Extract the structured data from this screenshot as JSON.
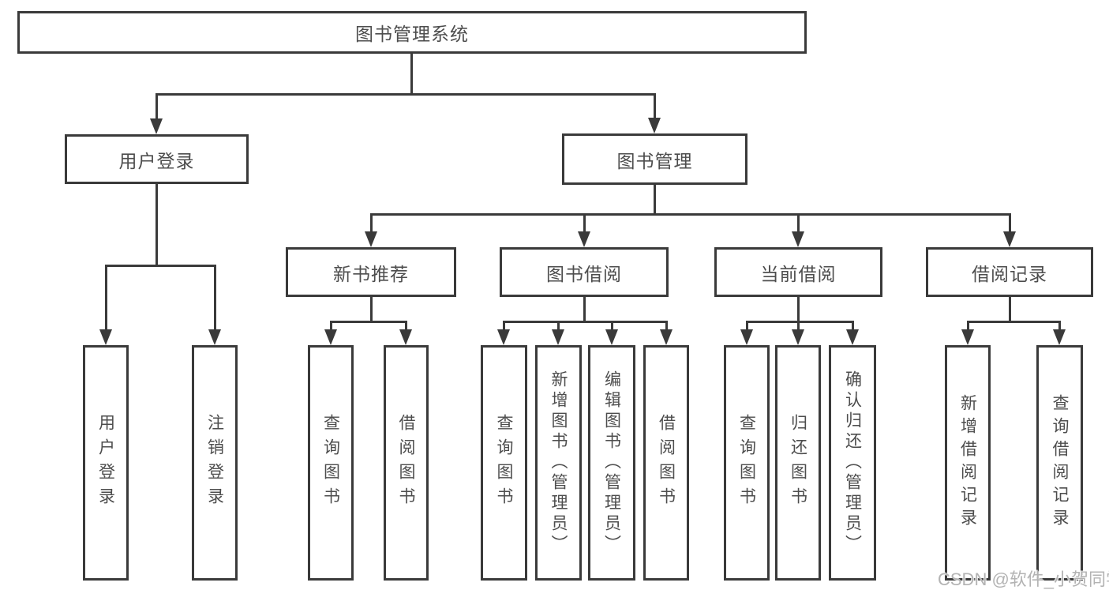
{
  "colors": {
    "line": "#3a3a3a",
    "box_border": "#3a3a3a",
    "box_fill": "#ffffff",
    "text": "#4d4d4d",
    "watermark": "#b3b3b3"
  },
  "tree": {
    "root": {
      "label": "图书管理系统"
    },
    "branches": [
      {
        "label": "用户登录",
        "children": [
          {
            "label": "用户登录"
          },
          {
            "label": "注销登录"
          }
        ]
      },
      {
        "label": "图书管理",
        "children": [
          {
            "label": "新书推荐",
            "children": [
              {
                "label": "查询图书"
              },
              {
                "label": "借阅图书"
              }
            ]
          },
          {
            "label": "图书借阅",
            "children": [
              {
                "label": "查询图书"
              },
              {
                "label": "新增图书（管理员）"
              },
              {
                "label": "编辑图书（管理员）"
              },
              {
                "label": "借阅图书"
              }
            ]
          },
          {
            "label": "当前借阅",
            "children": [
              {
                "label": "查询图书"
              },
              {
                "label": "归还图书"
              },
              {
                "label": "确认归还（管理员）"
              }
            ]
          },
          {
            "label": "借阅记录",
            "children": [
              {
                "label": "新增借阅记录"
              },
              {
                "label": "查询借阅记录"
              }
            ]
          }
        ]
      }
    ]
  },
  "watermark": "CSDN @软件_小贺同学"
}
